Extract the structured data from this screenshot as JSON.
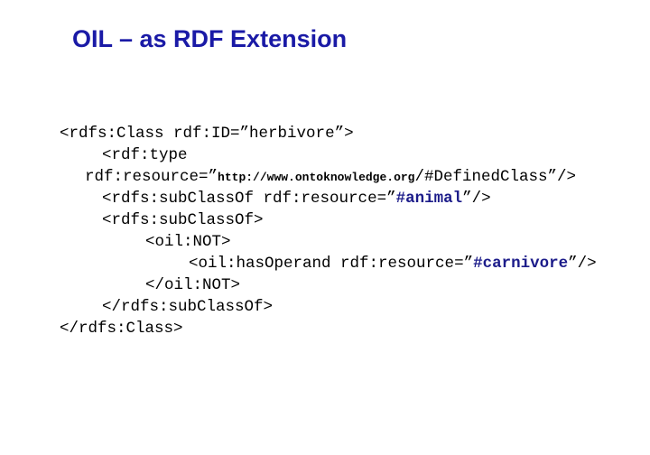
{
  "title": "OIL – as RDF Extension",
  "code": {
    "l1": "<rdfs:Class rdf:ID=”herbivore”>",
    "l2": "<rdf:type",
    "l3_attr": "rdf:resource=”",
    "l3_url": "http://www.ontoknowledge.org",
    "l3_rest": "/#DefinedClass”/>",
    "l4_open": "<rdfs:subClassOf rdf:resource=”",
    "l4_value": "#animal",
    "l4_close": "”/>",
    "l5": "<rdfs:subClassOf>",
    "l6": "<oil:NOT>",
    "l7_open": "<oil:hasOperand rdf:resource=”",
    "l7_value": "#carnivore",
    "l7_close": "”/>",
    "l8": "</oil:NOT>",
    "l9": "</rdfs:subClassOf>",
    "l10": "</rdfs:Class>"
  }
}
